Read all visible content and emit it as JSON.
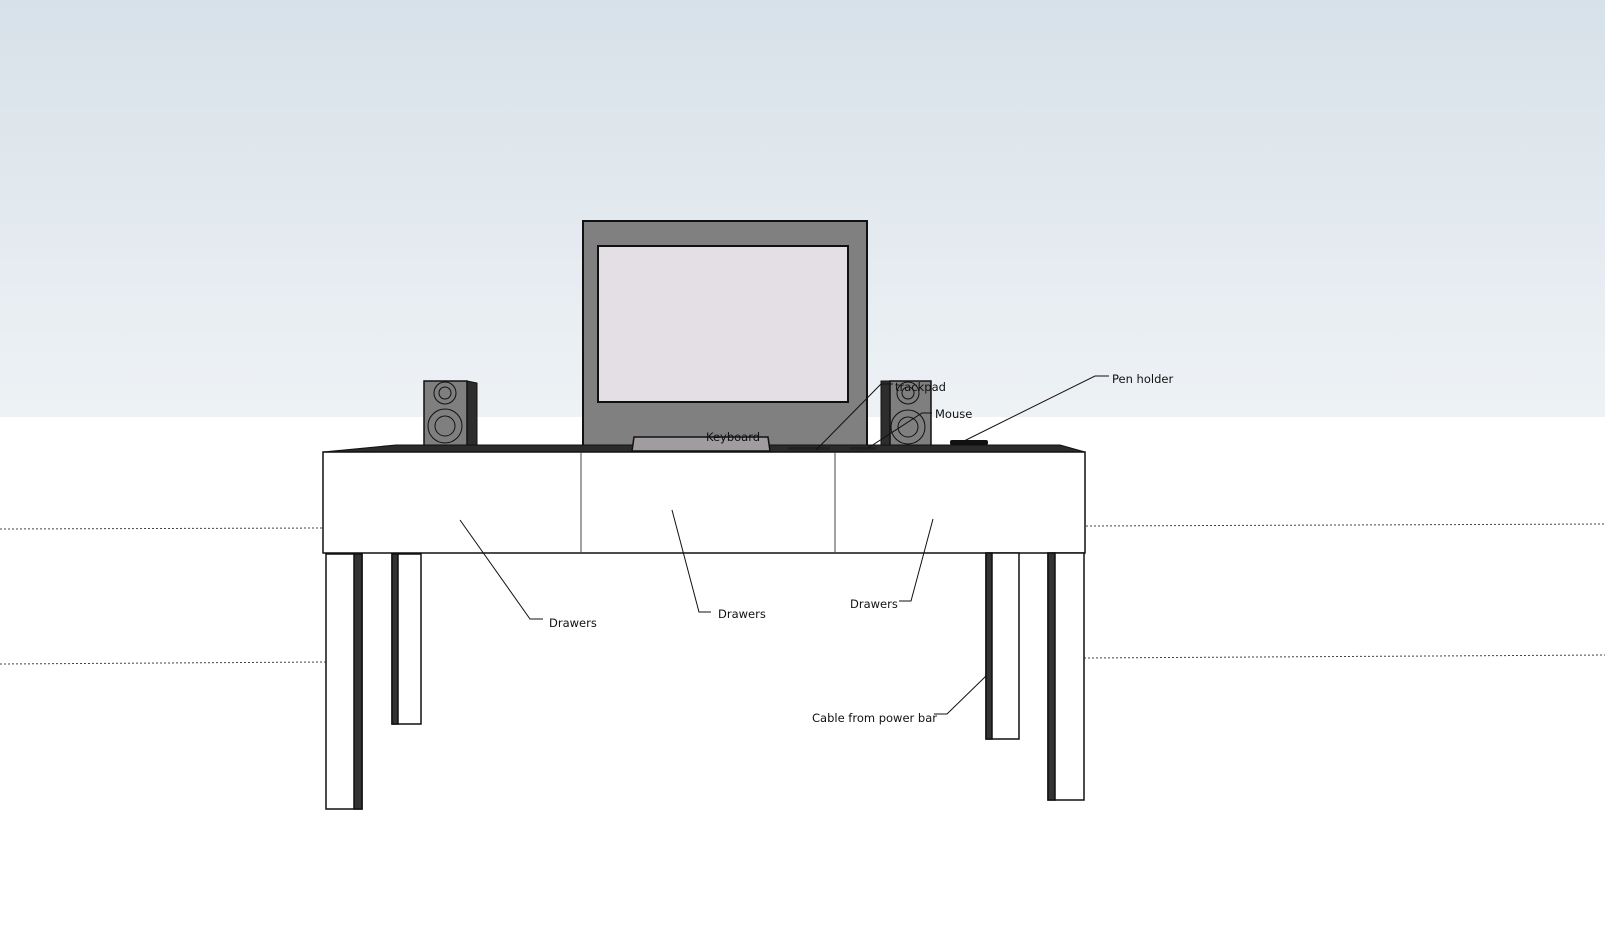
{
  "scene": {
    "labels": {
      "drawers_left": "Drawers",
      "drawers_center": "Drawers",
      "drawers_right": "Drawers",
      "cable": "Cable from power bar",
      "pen_holder": "Pen holder",
      "trackpad": "trackpad",
      "mouse": "Mouse",
      "keyboard": "Keyboard"
    },
    "colors": {
      "sky_top": "#d7e1e9",
      "sky_bottom": "#eef2f5",
      "monitor": "#808080",
      "screen": "#e4dfe5",
      "speaker": "#7f7f7f",
      "keyboard": "#a09ca0",
      "desktop": "#2b2b2b"
    }
  }
}
